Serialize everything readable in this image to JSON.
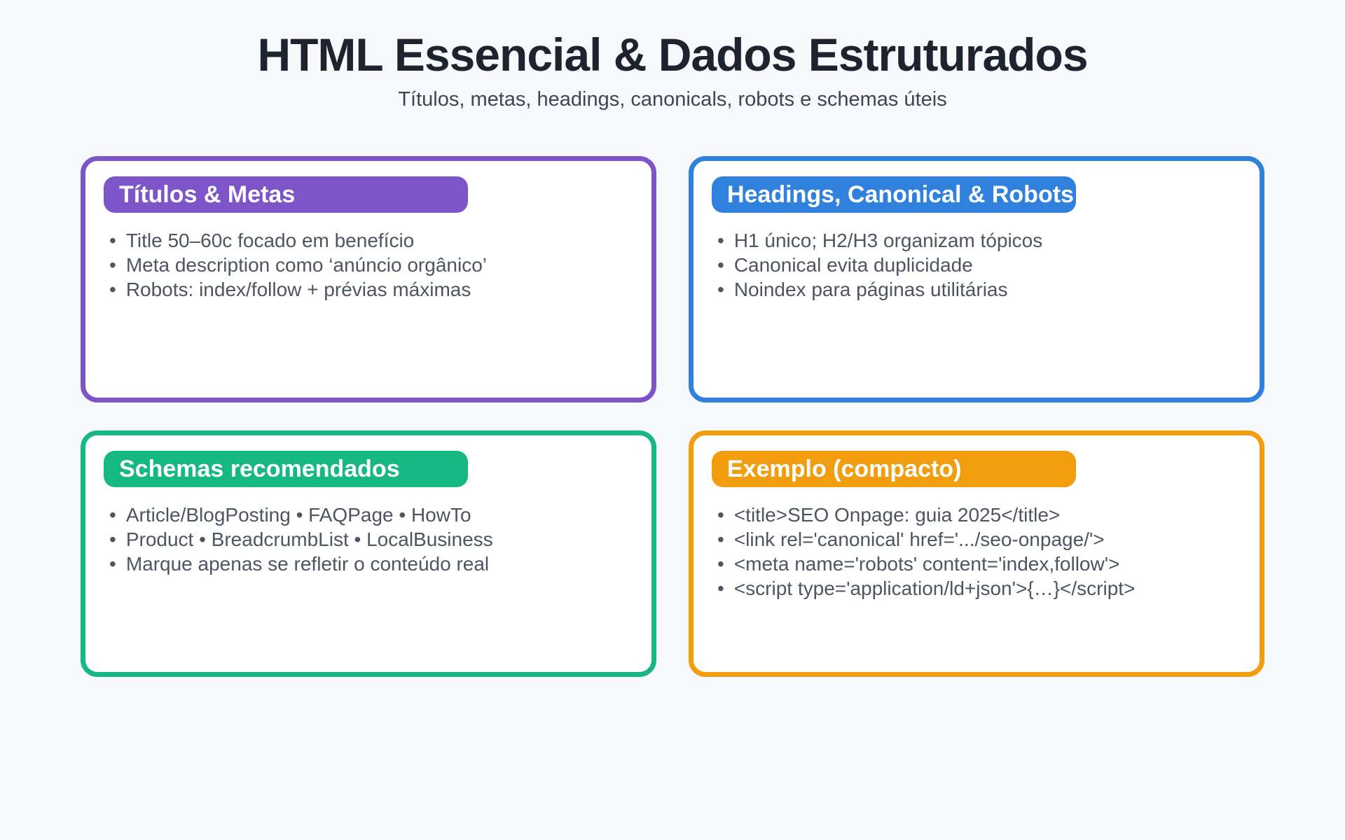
{
  "page": {
    "title": "HTML Essencial & Dados Estruturados",
    "subtitle": "Títulos, metas, headings, canonicals, robots e schemas úteis",
    "background_color": "#f7f8fb",
    "title_color": "#1e2330"
  },
  "cards": [
    {
      "header": "Títulos & Metas",
      "color": "#7d55c8",
      "bullets": [
        "Title 50–60c focado em benefício",
        "Meta description como ‘anúncio orgânico’",
        "Robots: index/follow + prévias máximas"
      ]
    },
    {
      "header": "Headings, Canonical & Robots",
      "color": "#2f81dd",
      "bullets": [
        "H1 único; H2/H3 organizam tópicos",
        "Canonical evita duplicidade",
        "Noindex para páginas utilitárias"
      ]
    },
    {
      "header": "Schemas recomendados",
      "color": "#15b783",
      "bullets": [
        "Article/BlogPosting • FAQPage • HowTo",
        "Product • BreadcrumbList • LocalBusiness",
        "Marque apenas se refletir o conteúdo real"
      ]
    },
    {
      "header": "Exemplo (compacto)",
      "color": "#f29d0d",
      "bullets": [
        "<title>SEO Onpage: guia 2025</title>",
        "<link rel='canonical' href='.../seo-onpage/'>",
        "<meta name='robots' content='index,follow'>",
        "<script type='application/ld+json'>{…}</script>"
      ]
    }
  ]
}
